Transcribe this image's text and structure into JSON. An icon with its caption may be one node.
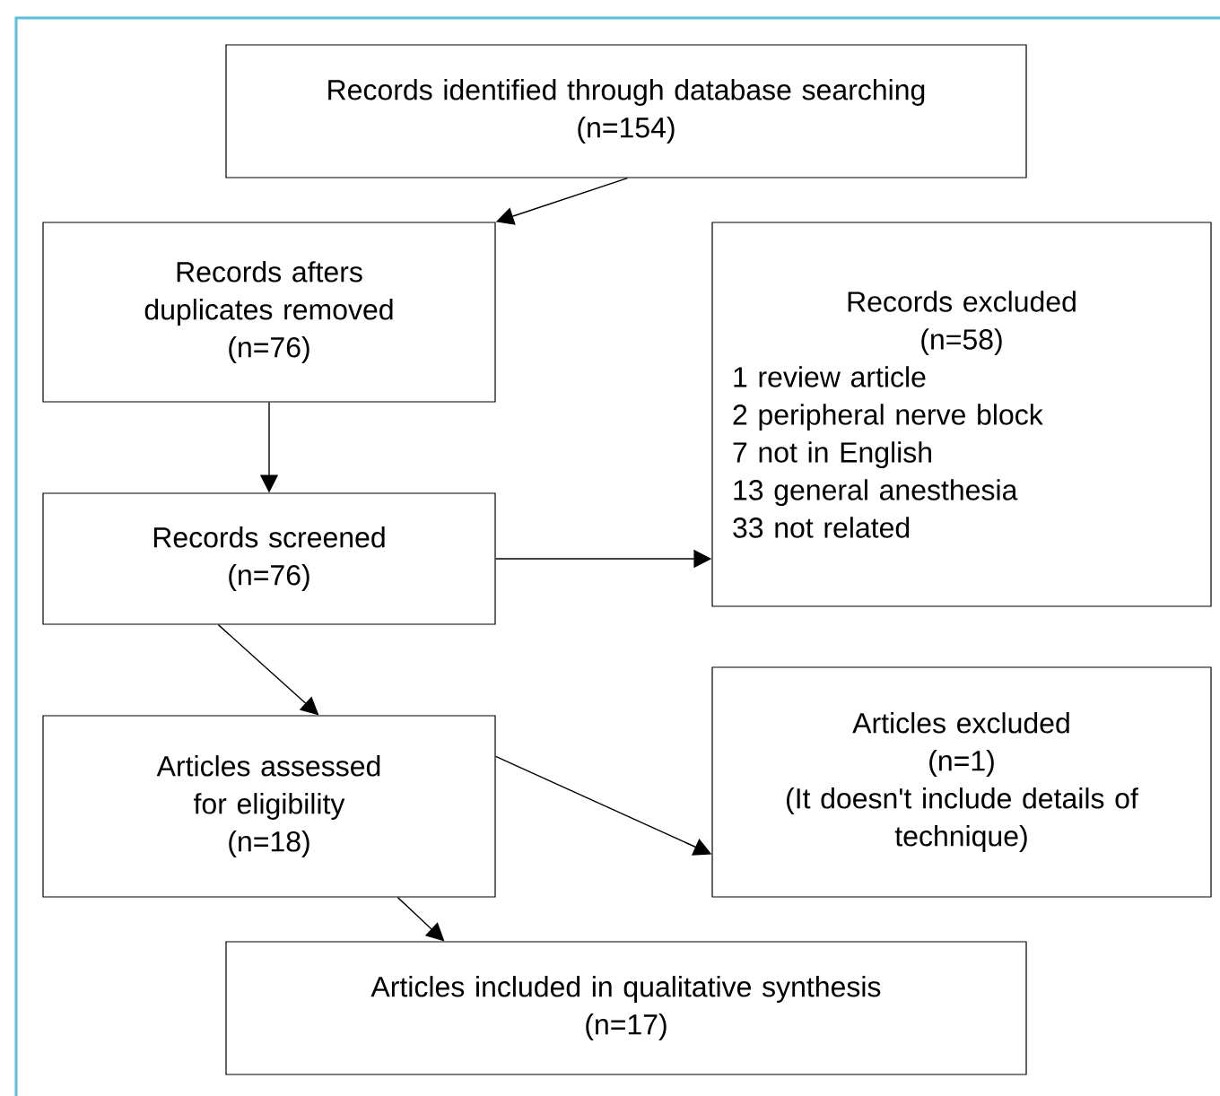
{
  "diagram": {
    "nodes": [
      {
        "text": [
          "Records identified through database searching",
          "(n=154)"
        ]
      },
      {
        "text": [
          "Records afters duplicates removed",
          "(n=76)"
        ]
      },
      {
        "text": [
          "Records excluded",
          "(n=58)",
          "1 review article",
          "2 peripheral nerve block",
          "7 not in English",
          "13 general anesthesia",
          "33 not related"
        ]
      },
      {
        "text": [
          "Records screened",
          "(n=76)"
        ]
      },
      {
        "text": [
          "Articles assessed for eligibility",
          "(n=18)"
        ]
      },
      {
        "text": [
          "Articles excluded",
          "(n=1)",
          "(It doesn't include details of technique)"
        ]
      },
      {
        "text": [
          "Articles included in qualitative synthesis",
          "(n=17)"
        ]
      }
    ],
    "edges": [
      {
        "from": 0,
        "to": 1,
        "arrow": "to"
      },
      {
        "from": 1,
        "to": 3,
        "arrow": "to"
      },
      {
        "from": 3,
        "to": 2,
        "arrow": "to"
      },
      {
        "from": 3,
        "to": 4,
        "arrow": "to"
      },
      {
        "from": 4,
        "to": 5,
        "arrow": "to"
      },
      {
        "from": 4,
        "to": 6,
        "arrow": "to"
      }
    ]
  }
}
